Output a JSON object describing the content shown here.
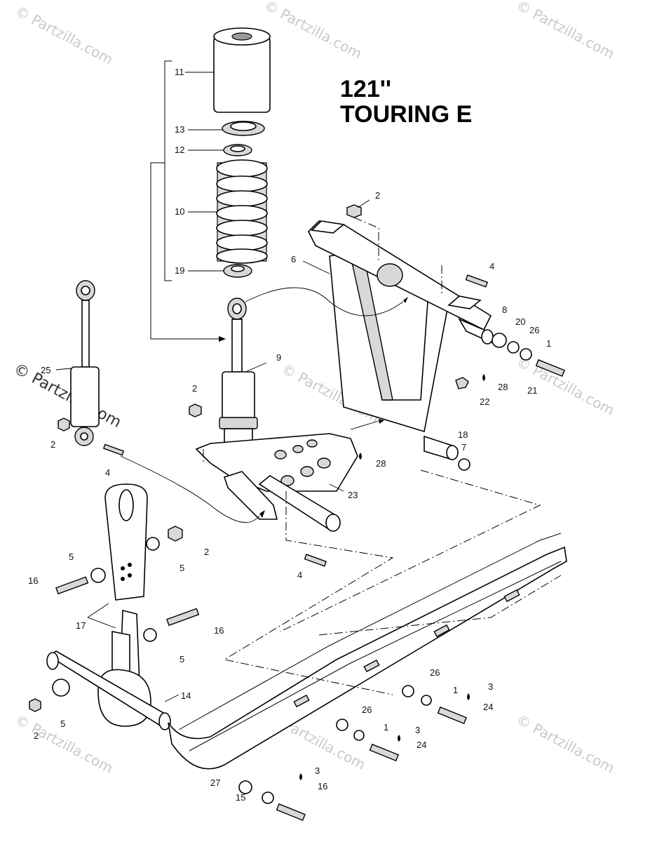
{
  "title": {
    "line1": "121''",
    "line2": "TOURING E"
  },
  "watermark": {
    "text": "© Partzilla.com",
    "side_text": "© Partzilla.com"
  },
  "labels": {
    "l11": "11",
    "l13": "13",
    "l12": "12",
    "l10": "10",
    "l19": "19",
    "l2a": "2",
    "l6": "6",
    "l4a": "4",
    "l8": "8",
    "l20": "20",
    "l26a": "26",
    "l1a": "1",
    "l21": "21",
    "l28a": "28",
    "l22": "22",
    "l9": "9",
    "l25": "25",
    "l2b": "2",
    "l2c": "2",
    "l4b": "4",
    "l18": "18",
    "l7": "7",
    "l28b": "28",
    "l23": "23",
    "l2d": "2",
    "l5a": "5",
    "l5b": "5",
    "l16a": "16",
    "l4c": "4",
    "l17": "17",
    "l16b": "16",
    "l5c": "5",
    "l26b": "26",
    "l1b": "1",
    "l3a": "3",
    "l24a": "24",
    "l14": "14",
    "l2e": "2",
    "l5d": "5",
    "l26c": "26",
    "l1c": "1",
    "l3b": "3",
    "l24b": "24",
    "l27": "27",
    "l3c": "3",
    "l15": "15",
    "l16c": "16"
  }
}
